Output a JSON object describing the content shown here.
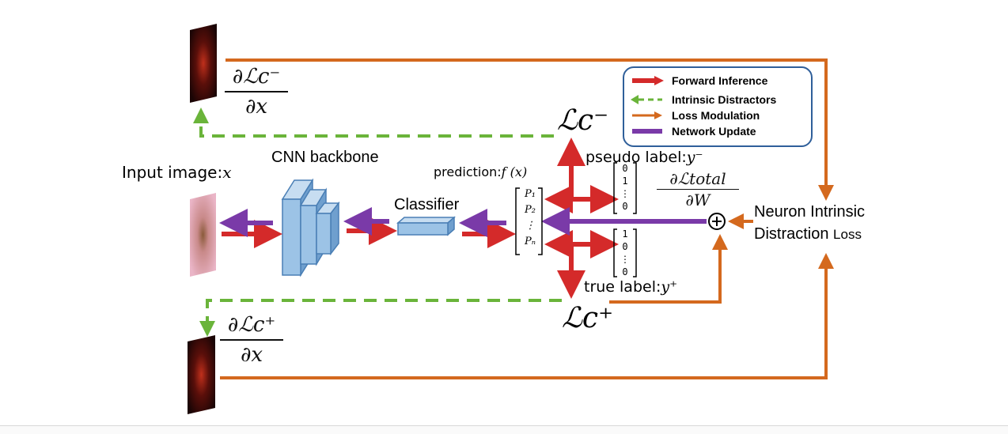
{
  "labels": {
    "input_image": "Input image:",
    "input_var": "x",
    "cnn_backbone": "CNN backbone",
    "classifier": "Classifier",
    "prediction": "prediction:",
    "prediction_fn": "f (x)",
    "pseudo_label": "pseudo label:",
    "pseudo_var": "y⁻",
    "true_label": "true label:",
    "true_var": "y⁺",
    "loss_neg": "ℒc⁻",
    "loss_pos": "ℒc⁺",
    "nidl_line1": "Neuron Intrinsic",
    "nidl_line2": "Distraction",
    "nidl_line2b": "Loss"
  },
  "fractions": {
    "grad_neg_num": "∂ℒc⁻",
    "grad_neg_den": "∂x",
    "grad_pos_num": "∂ℒc⁺",
    "grad_pos_den": "∂x",
    "total_num": "∂ℒtotal",
    "total_den": "∂W"
  },
  "vector_p": [
    "P₁",
    "P₂",
    "⋮",
    "Pₙ"
  ],
  "vector_neg": [
    "0",
    "1",
    "⋮",
    "0"
  ],
  "vector_pos": [
    "1",
    "0",
    "⋮",
    "0"
  ],
  "legend": [
    {
      "label": "Forward Inference",
      "color": "#d42a2a",
      "style": "solid",
      "icon": "red-arrow"
    },
    {
      "label": "Intrinsic Distractors",
      "color": "#6ab43a",
      "style": "dashed",
      "icon": "green-dashed-arrow"
    },
    {
      "label": "Loss Modulation",
      "color": "#d4691e",
      "style": "thin",
      "icon": "orange-arrow"
    },
    {
      "label": "Network Update",
      "color": "#7a3aa8",
      "style": "solid",
      "icon": "purple-arrow"
    }
  ],
  "colors": {
    "forward": "#d42a2a",
    "distractor": "#6ab43a",
    "modulation": "#d4691e",
    "update": "#7a3aa8",
    "cnn_block": "#9cc3e6",
    "legend_border": "#2f5f9a"
  }
}
